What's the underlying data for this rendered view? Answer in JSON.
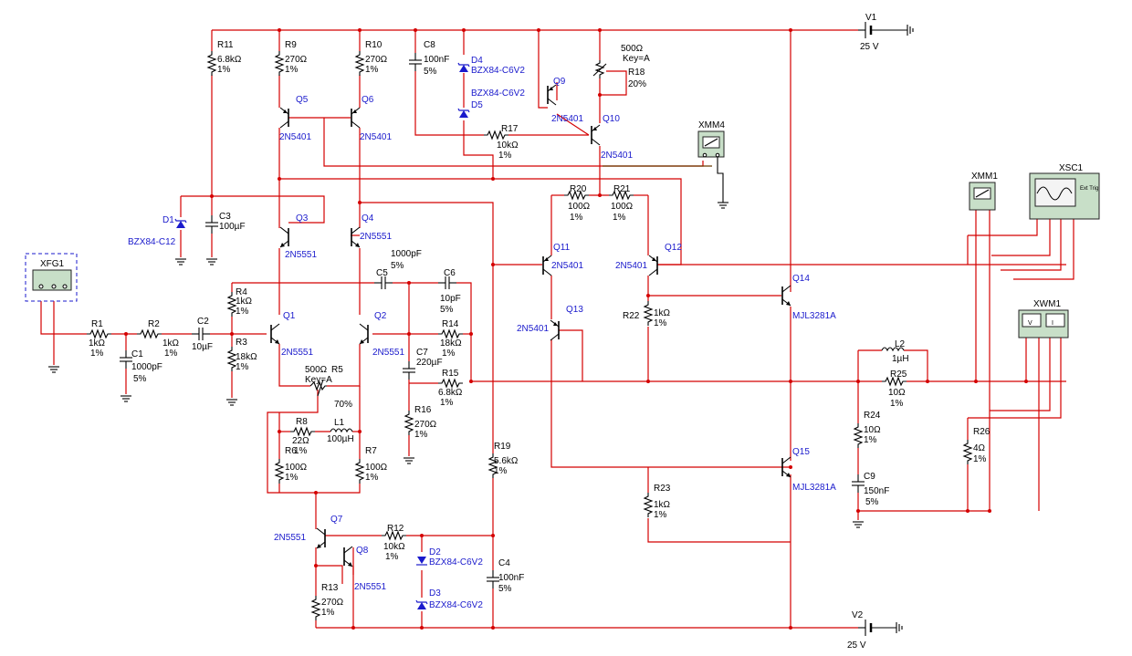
{
  "instruments": {
    "xfg1": "XFG1",
    "xmm1": "XMM1",
    "xmm4": "XMM4",
    "xsc1": "XSC1",
    "xwm1": "XWM1",
    "ext_trig": "Ext Trig",
    "xwm_v": "V",
    "xwm_i": "I"
  },
  "sources": {
    "v1": {
      "name": "V1",
      "value": "25 V"
    },
    "v2": {
      "name": "V2",
      "value": "25 V"
    }
  },
  "resistors": {
    "r1": {
      "name": "R1",
      "value": "1kΩ",
      "tol": "1%"
    },
    "r2": {
      "name": "R2",
      "value": "1kΩ",
      "tol": "1%"
    },
    "r3": {
      "name": "R3",
      "value": "18kΩ",
      "tol": "1%"
    },
    "r4": {
      "name": "R4",
      "value": "1kΩ",
      "tol": "1%"
    },
    "r5": {
      "name": "R5",
      "value": "500Ω",
      "key": "Key=A",
      "pct": "70%"
    },
    "r6": {
      "name": "R6",
      "value": "100Ω",
      "tol": "1%"
    },
    "r7": {
      "name": "R7",
      "value": "100Ω",
      "tol": "1%"
    },
    "r8": {
      "name": "R8",
      "value": "22Ω",
      "tol": "1%"
    },
    "r9": {
      "name": "R9",
      "value": "270Ω",
      "tol": "1%"
    },
    "r10": {
      "name": "R10",
      "value": "270Ω",
      "tol": "1%"
    },
    "r11": {
      "name": "R11",
      "value": "6.8kΩ",
      "tol": "1%"
    },
    "r12": {
      "name": "R12",
      "value": "10kΩ",
      "tol": "1%"
    },
    "r13": {
      "name": "R13",
      "value": "270Ω",
      "tol": "1%"
    },
    "r14": {
      "name": "R14",
      "value": "18kΩ",
      "tol": "1%"
    },
    "r15": {
      "name": "R15",
      "value": "6.8kΩ",
      "tol": "1%"
    },
    "r16": {
      "name": "R16",
      "value": "270Ω",
      "tol": "1%"
    },
    "r17": {
      "name": "R17",
      "value": "10kΩ",
      "tol": "1%"
    },
    "r18": {
      "name": "R18",
      "value": "500Ω",
      "key": "Key=A",
      "pct": "20%"
    },
    "r19": {
      "name": "R19",
      "value": "5.6kΩ",
      "tol": "1%"
    },
    "r20": {
      "name": "R20",
      "value": "100Ω",
      "tol": "1%"
    },
    "r21": {
      "name": "R21",
      "value": "100Ω",
      "tol": "1%"
    },
    "r22": {
      "name": "R22",
      "value": "1kΩ",
      "tol": "1%"
    },
    "r23": {
      "name": "R23",
      "value": "1kΩ",
      "tol": "1%"
    },
    "r24": {
      "name": "R24",
      "value": "10Ω",
      "tol": "1%"
    },
    "r25": {
      "name": "R25",
      "value": "10Ω",
      "tol": "1%"
    },
    "r26": {
      "name": "R26",
      "value": "4Ω",
      "tol": "1%"
    }
  },
  "capacitors": {
    "c1": {
      "name": "C1",
      "value": "1000pF",
      "tol": "5%"
    },
    "c2": {
      "name": "C2",
      "value": "10µF"
    },
    "c3": {
      "name": "C3",
      "value": "100µF"
    },
    "c4": {
      "name": "C4",
      "value": "100nF",
      "tol": "5%"
    },
    "c5": {
      "name": "C5",
      "value": "1000pF",
      "tol": "5%"
    },
    "c6": {
      "name": "C6",
      "value": "10pF",
      "tol": "5%"
    },
    "c7": {
      "name": "C7",
      "value": "220µF"
    },
    "c8": {
      "name": "C8",
      "value": "100nF",
      "tol": "5%"
    },
    "c9": {
      "name": "C9",
      "value": "150nF",
      "tol": "5%"
    }
  },
  "inductors": {
    "l1": {
      "name": "L1",
      "value": "100µH"
    },
    "l2": {
      "name": "L2",
      "value": "1µH"
    }
  },
  "diodes": {
    "d1": {
      "name": "D1",
      "part": "BZX84-C12"
    },
    "d2": {
      "name": "D2",
      "part": "BZX84-C6V2"
    },
    "d3": {
      "name": "D3",
      "part": "BZX84-C6V2"
    },
    "d4": {
      "name": "D4",
      "part": "BZX84-C6V2"
    },
    "d5": {
      "name": "D5",
      "part": "BZX84-C6V2"
    }
  },
  "transistors": {
    "q1": {
      "name": "Q1",
      "part": "2N5551"
    },
    "q2": {
      "name": "Q2",
      "part": "2N5551"
    },
    "q3": {
      "name": "Q3",
      "part": "2N5551"
    },
    "q4": {
      "name": "Q4",
      "part": "2N5551"
    },
    "q5": {
      "name": "Q5",
      "part": "2N5401"
    },
    "q6": {
      "name": "Q6",
      "part": "2N5401"
    },
    "q7": {
      "name": "Q7",
      "part": "2N5551"
    },
    "q8": {
      "name": "Q8",
      "part": "2N5551"
    },
    "q9": {
      "name": "Q9",
      "part": "2N5401"
    },
    "q10": {
      "name": "Q10",
      "part": "2N5401"
    },
    "q11": {
      "name": "Q11",
      "part": "2N5401"
    },
    "q12": {
      "name": "Q12",
      "part": "2N5401"
    },
    "q13": {
      "name": "Q13",
      "part": "2N5401"
    },
    "q14": {
      "name": "Q14",
      "part": "MJL3281A"
    },
    "q15": {
      "name": "Q15",
      "part": "MJL3281A"
    }
  }
}
